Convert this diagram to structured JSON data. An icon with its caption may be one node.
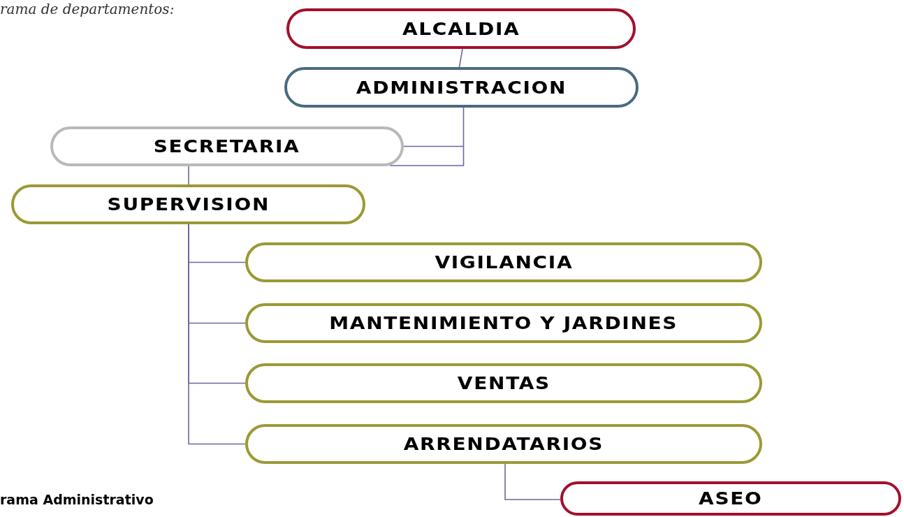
{
  "diagram": {
    "nodes": [
      {
        "text": [
          "ALCALDIA"
        ]
      },
      {
        "text": [
          "ADMINISTRACION"
        ]
      },
      {
        "text": [
          "SECRETARIA"
        ]
      },
      {
        "text": [
          "SUPERVISION"
        ]
      },
      {
        "text": [
          "VIGILANCIA"
        ]
      },
      {
        "text": [
          "MANTENIMIENTO Y JARDINES"
        ]
      },
      {
        "text": [
          "VENTAS"
        ]
      },
      {
        "text": [
          "ARRENDATARIOS"
        ]
      },
      {
        "text": [
          "ASEO"
        ]
      }
    ],
    "edges": [
      {
        "from": 0,
        "to": 1,
        "arrow": "none"
      },
      {
        "from": 1,
        "to": 2,
        "arrow": "none"
      },
      {
        "from": 2,
        "to": 3,
        "arrow": "none"
      },
      {
        "from": 3,
        "to": 4,
        "arrow": "none"
      },
      {
        "from": 3,
        "to": 5,
        "arrow": "none"
      },
      {
        "from": 3,
        "to": 6,
        "arrow": "none"
      },
      {
        "from": 3,
        "to": 7,
        "arrow": "none"
      },
      {
        "from": 7,
        "to": 8,
        "arrow": "none"
      }
    ],
    "labels": [
      "rama de departamentos:",
      "rama Administrativo"
    ]
  }
}
